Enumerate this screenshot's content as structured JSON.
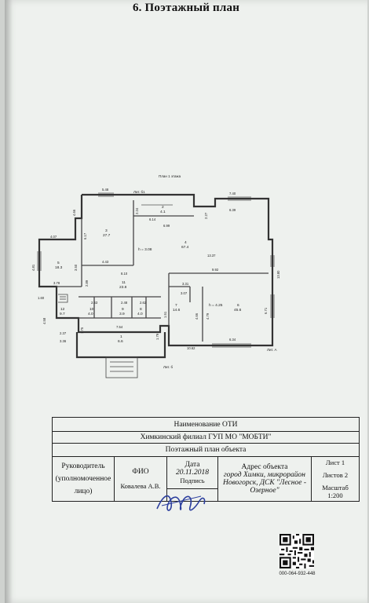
{
  "document": {
    "section_title": "6. Поэтажный план"
  },
  "plan": {
    "caption": "План 1 этажа",
    "labels": {
      "lit_b1": "Лит. б1",
      "lit_a": "Лит. А",
      "lit_b": "Лит. б",
      "height_main": "h = 3.08",
      "height_right": "h = 4.25"
    },
    "dims": [
      "5.48",
      "7.40",
      "2.24",
      "4.66",
      "6.14",
      "6.99",
      "2.27",
      "6.39",
      "6.17",
      "4.07",
      "4.81",
      "3.50",
      "4.43",
      "13.37",
      "13.80",
      "8.10",
      "9.92",
      "3.78",
      "2.89",
      "1.60",
      "3.31",
      "3.07",
      "6.71",
      "2.63",
      "2.48",
      "2.62",
      "4.66",
      "4.79",
      "1.51",
      "4.58",
      "2.37",
      "3.36",
      "1.75",
      "7.54",
      "1.79",
      "6.34",
      "10.62"
    ],
    "rooms": [
      {
        "no": "2",
        "area": "4.1"
      },
      {
        "no": "3",
        "area": "27.7"
      },
      {
        "no": "4",
        "area": "67.4"
      },
      {
        "no": "5",
        "area": "18.3"
      },
      {
        "no": "11",
        "area": "23.8"
      },
      {
        "no": "12",
        "area": "9.7"
      },
      {
        "no": "6",
        "area": "45.6"
      },
      {
        "no": "10",
        "area": "4.0"
      },
      {
        "no": "9",
        "area": "3.9"
      },
      {
        "no": "8",
        "area": "4.0"
      },
      {
        "no": "7",
        "area": "14.6"
      },
      {
        "no": "1",
        "area": "6.6"
      }
    ]
  },
  "table": {
    "oti_name": "Наименование ОТИ",
    "branch": "Химкинский филиал ГУП МО \"МОБТИ\"",
    "doc_kind": "Поэтажный план объекта",
    "role_line1": "Руководитель",
    "role_line2": "(уполномоченное",
    "role_line3": "лицо)",
    "fio_header": "ФИО",
    "fio_value": "Ковалева А.В.",
    "date_header": "Дата",
    "date_value": "20.11.2018",
    "sign_header": "Подпись",
    "address_header": "Адрес объекта",
    "address_value": "город Химки, микрорайон Новогорск, ДСК \"Лесное - Озерное\"",
    "sheet": "Лист 1",
    "sheets": "Листов 2",
    "scale": "Масштаб 1:200"
  },
  "qr": {
    "code": "000-064-932-448"
  }
}
